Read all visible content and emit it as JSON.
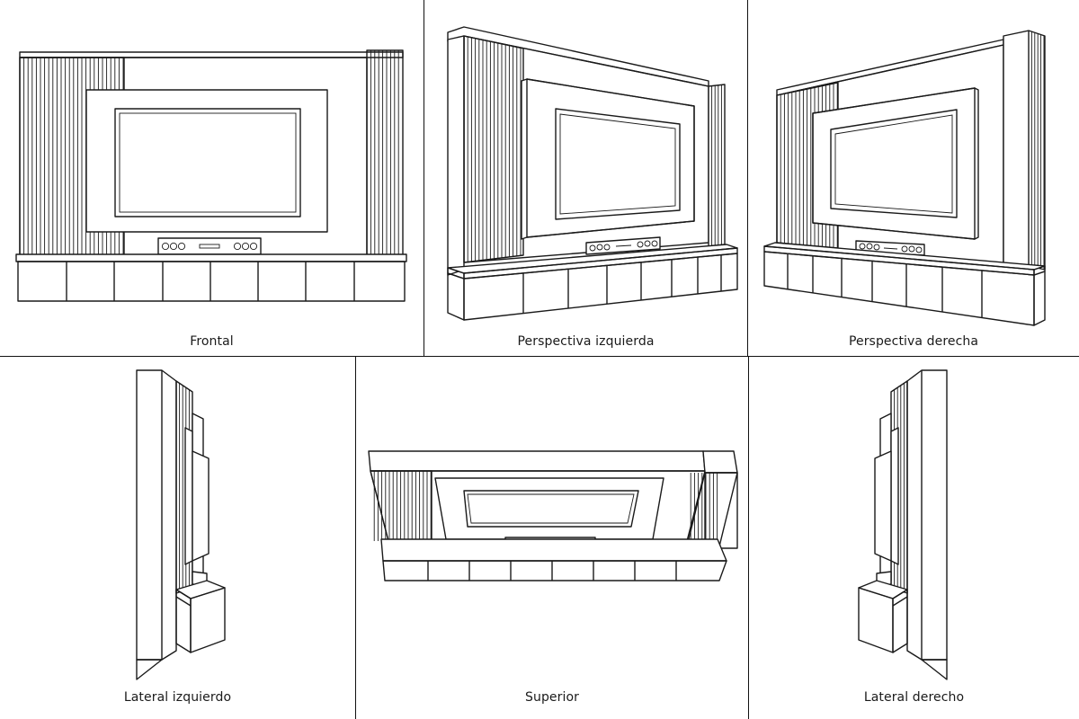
{
  "views": {
    "frontal": {
      "label": "Frontal"
    },
    "perspectiva_izquierda": {
      "label": "Perspectiva izquierda"
    },
    "perspectiva_derecha": {
      "label": "Perspectiva derecha"
    },
    "lateral_izquierdo": {
      "label": "Lateral izquierdo"
    },
    "superior": {
      "label": "Superior"
    },
    "lateral_derecho": {
      "label": "Lateral derecho"
    }
  },
  "style": {
    "line_color": "#1a1a1a",
    "background": "#ffffff"
  }
}
